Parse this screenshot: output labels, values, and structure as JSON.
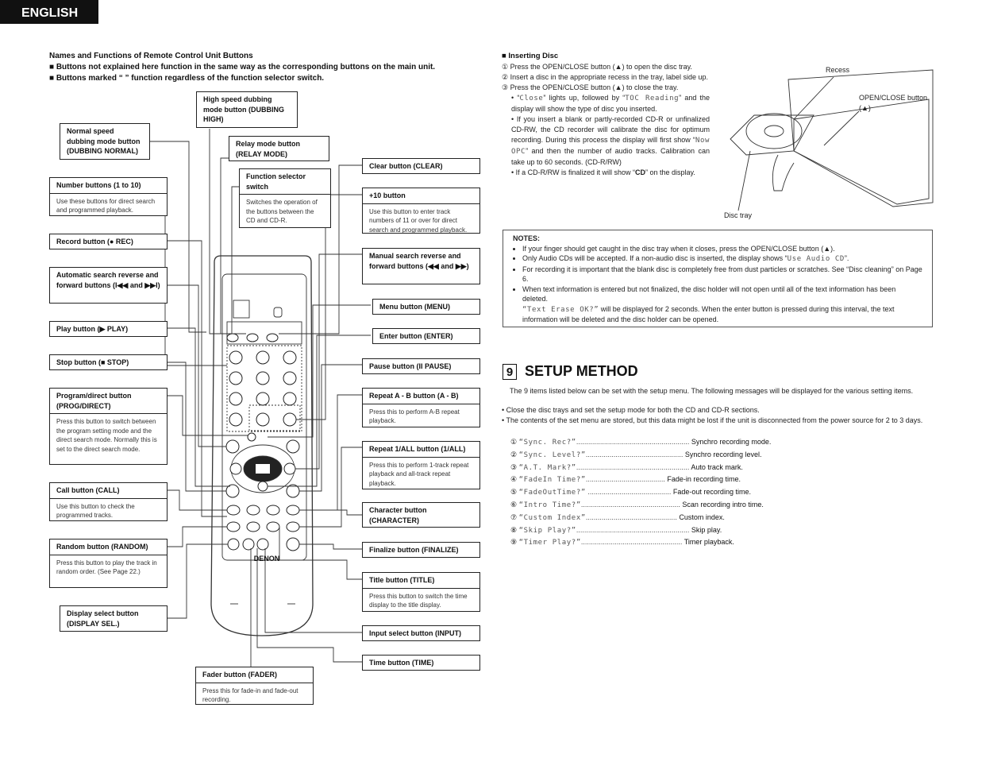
{
  "tab": "ENGLISH",
  "left": {
    "heading": "Names and Functions of Remote Control Unit Buttons",
    "bullet1": "■  Buttons not explained here function in the same way as the corresponding buttons on the main unit.",
    "bullet2": "■  Buttons marked “   ” function regardless of the function selector switch.",
    "boxes": {
      "high_speed": "High speed dubbing mode button (DUBBING HIGH)",
      "normal_speed": "Normal speed dubbing mode button (DUBBING NORMAL)",
      "relay": "Relay mode button (RELAY MODE)",
      "function_sel": "Function selector switch",
      "function_sel_desc": "Switches the operation of the buttons between the CD and CD-R.",
      "number": "Number buttons (1 to 10)",
      "number_desc": "Use these buttons for direct search and programmed playback.",
      "record": "Record button (● REC)",
      "auto_search": "Automatic search reverse and forward buttons (I◀◀ and ▶▶I)",
      "play": "Play button (▶ PLAY)",
      "stop": "Stop button (■ STOP)",
      "program": "Program/direct button (PROG/DIRECT)",
      "program_desc": "Press this button to switch between the program setting mode and the direct search mode. Normally this is set to the direct search mode.",
      "call": "Call button (CALL)",
      "call_desc": "Use this button to check the programmed tracks.",
      "random": "Random button (RANDOM)",
      "random_desc": "Press this button to play the track in random order. (See Page 22.)",
      "display_sel": "Display select button (DISPLAY SEL.)",
      "fader": "Fader button (FADER)",
      "fader_desc": "Press this for fade-in and fade-out recording.",
      "clear": "Clear button (CLEAR)",
      "plus10": "+10 button",
      "plus10_desc": "Use this button to enter track numbers of 11 or over for direct search and programmed playback.",
      "manual_search": "Manual search reverse and forward buttons (◀◀ and ▶▶)",
      "menu": "Menu button (MENU)",
      "enter": "Enter button (ENTER)",
      "pause": "Pause button (II PAUSE)",
      "repeat_ab": "Repeat A - B button (A - B)",
      "repeat_ab_desc": "Press this to perform A-B repeat playback.",
      "repeat_1all": "Repeat 1/ALL button (1/ALL)",
      "repeat_1all_desc": "Press this to perform 1-track repeat playback and all-track repeat playback.",
      "character": "Character button (CHARACTER)",
      "finalize": "Finalize button (FINALIZE)",
      "title": "Title button (TITLE)",
      "title_desc": "Press this button to switch the time display to the title display.",
      "input_sel": "Input select button (INPUT)",
      "time": "Time button (TIME)"
    },
    "remote_brand": "DENON"
  },
  "right": {
    "inserting_title": "■  Inserting Disc",
    "step1": "① Press the OPEN/CLOSE button (▲) to open the disc tray.",
    "step2": "② Insert a disc in the appropriate recess in the tray, label side up.",
    "step3": "③ Press the OPEN/CLOSE button (▲) to close the tray.",
    "sub1a": "• “",
    "sub1_mono1": "Close",
    "sub1b": "” lights up, followed by “",
    "sub1_mono2": "TOC  Reading",
    "sub1c": "” and the display will show the type of disc you inserted.",
    "sub2a": "• If you insert a blank or partly-recorded CD-R or unfinalized CD-RW, the CD recorder will calibrate the disc for optimum recording. During this process the display will first show “",
    "sub2_mono": "Now  OPC",
    "sub2b": "” and then the number of audio tracks. Calibration can take up to 60 seconds. (CD-R/RW)",
    "sub3a": "• If a CD-R/RW is finalized it will show “",
    "sub3_bold": "CD",
    "sub3b": "” on the display.",
    "fig_recess": "Recess",
    "fig_open_close": "OPEN/CLOSE button (▲)",
    "fig_disc_tray": "Disc tray",
    "notes_title": "NOTES:",
    "note1": "If your finger should get caught in the disc tray when it closes, press the OPEN/CLOSE button (▲).",
    "note2a": "Only Audio CDs will be accepted. If a non-audio disc is inserted, the display shows “",
    "note2_mono": "Use Audio CD",
    "note2b": "”.",
    "note3": "For recording it is important that the blank disc is completely free from dust particles or scratches. See “Disc cleaning” on Page 6.",
    "note4a": "When text information is entered but not finalized, the disc holder will not open until all of the text information has been deleted.",
    "note4_mono": "“Text Erase OK?”",
    "note4b": " will be displayed for 2 seconds. When the enter button is pressed during this interval, the text information will be deleted and the disc holder can be opened.",
    "setup_number": "9",
    "setup_title": "SETUP METHOD",
    "setup_intro": "The 9 items listed below can be set with the setup menu.  The following messages will be displayed for the various setting items.",
    "setup_b1": "•  Close the disc trays and set the setup mode for both the CD and CD-R sections.",
    "setup_b2": "•  The contents of the set menu are stored, but this data might be lost if the unit is disconnected from the power source for 2 to 3 days.",
    "setup_items": [
      {
        "num": "①",
        "code": "“Sync. Rec?”",
        "desc": "Synchro recording mode."
      },
      {
        "num": "②",
        "code": "“Sync. Level?”",
        "desc": "Synchro recording level."
      },
      {
        "num": "③",
        "code": "“A.T. Mark?”",
        "desc": "Auto track mark."
      },
      {
        "num": "④",
        "code": "“FadeIn Time?”",
        "desc": "Fade-in recording time."
      },
      {
        "num": "⑤",
        "code": "“FadeOutTime?”",
        "desc": "Fade-out recording time."
      },
      {
        "num": "⑥",
        "code": "“Intro Time?”",
        "desc": "Scan recording intro time."
      },
      {
        "num": "⑦",
        "code": "“Custom Index”",
        "desc": "Custom index."
      },
      {
        "num": "⑧",
        "code": "“Skip Play?”",
        "desc": "Skip play."
      },
      {
        "num": "⑨",
        "code": "“Timer Play?”",
        "desc": "Timer playback."
      }
    ]
  }
}
